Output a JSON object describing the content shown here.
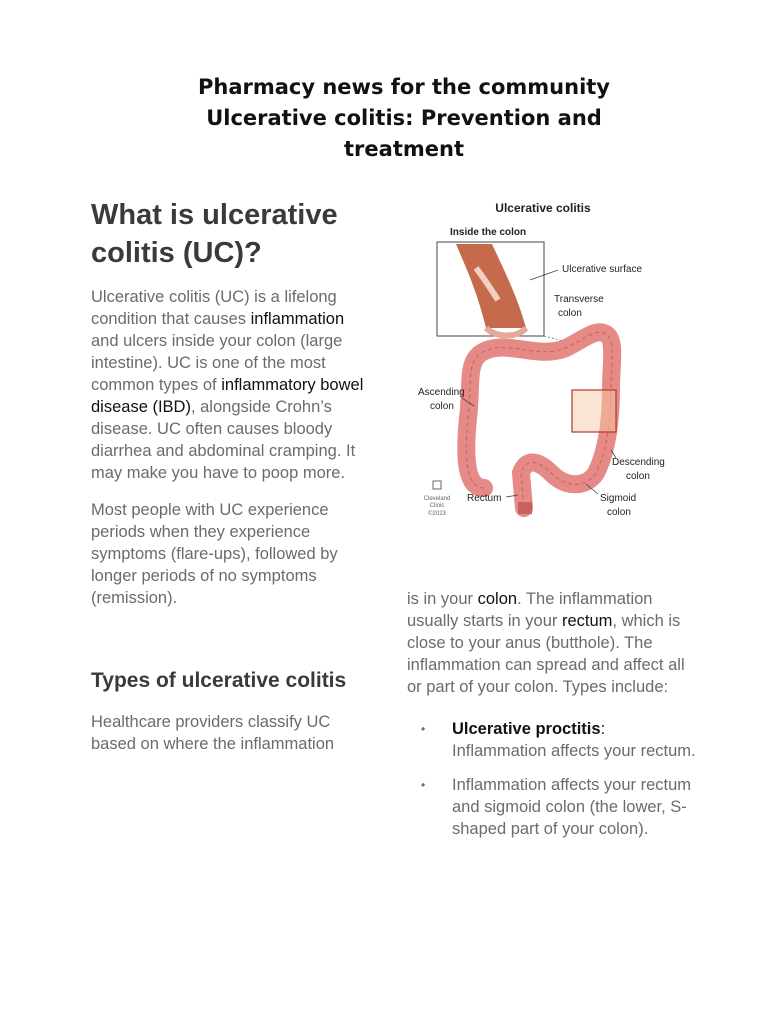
{
  "header": {
    "line1": "Pharmacy news for the community",
    "line2": "Ulcerative colitis: Prevention and",
    "line3": "treatment"
  },
  "section1": {
    "heading": "What is ulcerative colitis (UC)?",
    "p1_a": "Ulcerative colitis (UC) is a lifelong condition that causes ",
    "p1_link1": "inflammation",
    "p1_b": " and ulcers inside your colon (large intestine). UC is one of the most common types of ",
    "p1_link2": "inflammatory bowel disease (IBD)",
    "p1_c": ", alongside Crohn’s disease. UC often causes bloody diarrhea and abdominal cramping. It may make you have to poop more.",
    "p2": "Most people with UC experience periods when they experience symptoms (flare-ups), followed by longer periods of no symptoms (remission)."
  },
  "section2": {
    "heading": "Types of ulcerative colitis",
    "p1": "Healthcare providers classify UC based on where the inflammation",
    "cont_a": "is in your ",
    "cont_link1": "colon",
    "cont_b": ". The inflammation usually starts in your ",
    "cont_link2": "rectum",
    "cont_c": ", which is close to your anus (butthole). The inflammation can spread and affect all or part of your colon. Types include:",
    "items": [
      {
        "bullet": "•",
        "term": "Ulcerative proctitis",
        "sep": ":",
        "text": " Inflammation affects your rectum."
      },
      {
        "bullet": "•",
        "term": "",
        "sep": "",
        "text": "Inflammation affects your rectum and sigmoid colon (the lower, S-shaped part of your colon)."
      }
    ]
  },
  "figure": {
    "title": "Ulcerative colitis",
    "inset_label": "Inside the colon",
    "labels": {
      "ulcerative_surface": "Ulcerative surface",
      "transverse_1": "Transverse",
      "transverse_2": "colon",
      "ascending_1": "Ascending",
      "ascending_2": "colon",
      "descending_1": "Descending",
      "descending_2": "colon",
      "rectum": "Rectum",
      "sigmoid_1": "Sigmoid",
      "sigmoid_2": "colon"
    },
    "credit_1": "Cleveland",
    "credit_2": "Clinic",
    "credit_3": "©2023"
  },
  "colors": {
    "colon": "#e58a86",
    "colon_dark": "#c9615d",
    "highlight": "#f7c9a8"
  }
}
